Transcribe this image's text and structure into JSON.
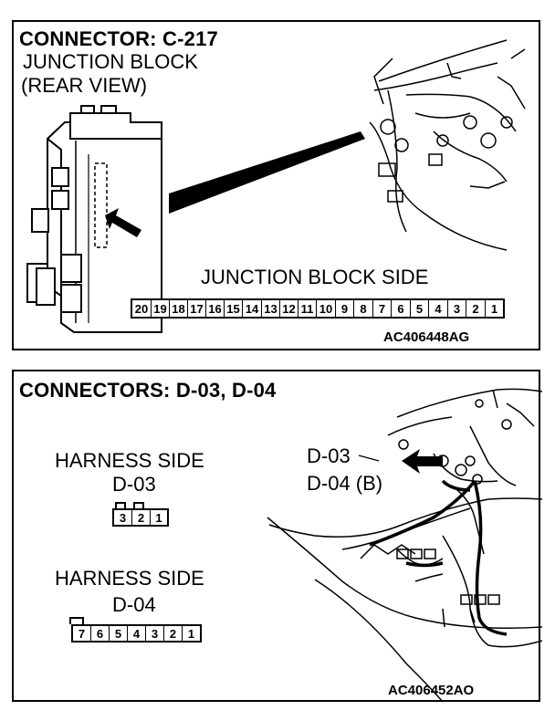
{
  "panel1": {
    "title": "CONNECTOR: C-217",
    "subtitle_line1": "JUNCTION BLOCK",
    "subtitle_line2": "(REAR VIEW)",
    "side_label": "JUNCTION BLOCK SIDE",
    "pins": [
      "20",
      "19",
      "18",
      "17",
      "16",
      "15",
      "14",
      "13",
      "12",
      "11",
      "10",
      "9",
      "8",
      "7",
      "6",
      "5",
      "4",
      "3",
      "2",
      "1"
    ],
    "code": "AC406448AG"
  },
  "panel2": {
    "title": "CONNECTORS: D-03, D-04",
    "d03_label_line1": "HARNESS SIDE",
    "d03_label_line2": "D-03",
    "d03_pins": [
      "3",
      "2",
      "1"
    ],
    "d04_label_line1": "HARNESS SIDE",
    "d04_label_line2": "D-04",
    "d04_pins": [
      "7",
      "6",
      "5",
      "4",
      "3",
      "2",
      "1"
    ],
    "callout_d03": "D-03",
    "callout_d04": "D-04 (B)",
    "code": "AC406452AO"
  }
}
